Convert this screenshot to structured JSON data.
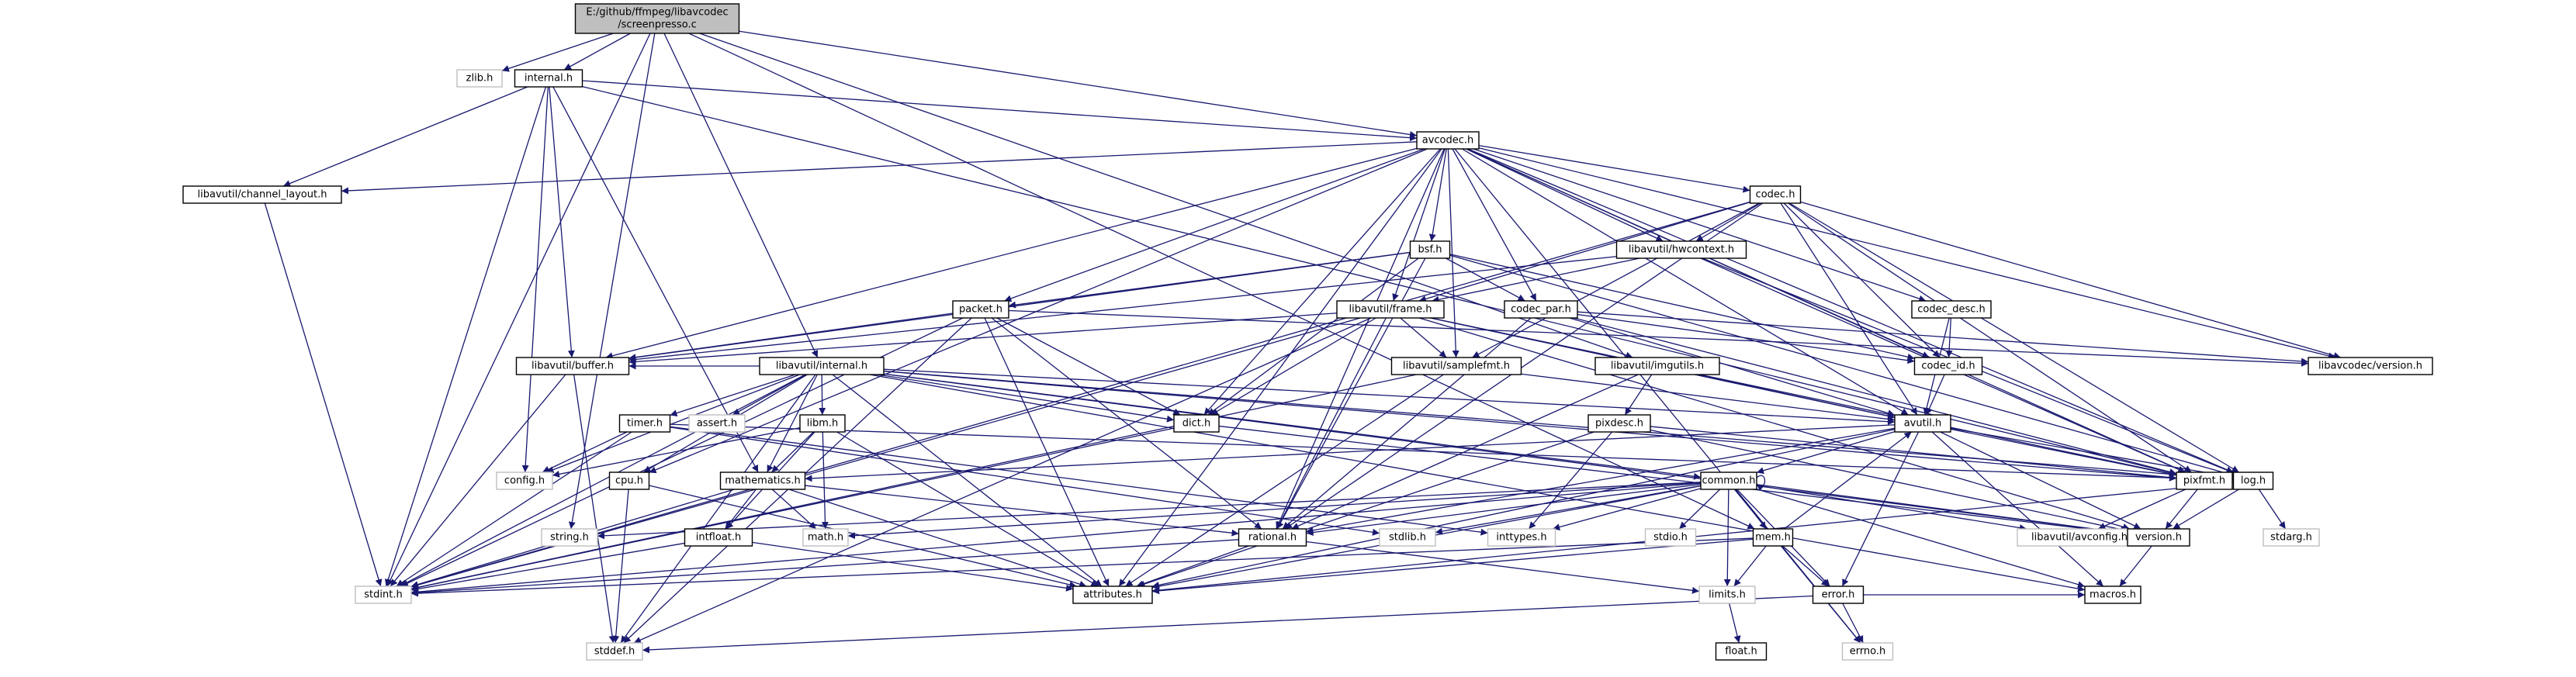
{
  "diagram": {
    "nodes": [
      {
        "id": "root",
        "label": "E:/github/ffmpeg/libavcodec\n/screenpresso.c",
        "kind": "root"
      },
      {
        "id": "zlib",
        "label": "zlib.h",
        "kind": "system"
      },
      {
        "id": "internal",
        "label": "internal.h",
        "kind": "normal"
      },
      {
        "id": "avcodec",
        "label": "avcodec.h",
        "kind": "normal"
      },
      {
        "id": "chlayout",
        "label": "libavutil/channel_layout.h",
        "kind": "normal"
      },
      {
        "id": "codec",
        "label": "codec.h",
        "kind": "normal"
      },
      {
        "id": "bsf",
        "label": "bsf.h",
        "kind": "normal"
      },
      {
        "id": "hwcontext",
        "label": "libavutil/hwcontext.h",
        "kind": "normal"
      },
      {
        "id": "packet",
        "label": "packet.h",
        "kind": "normal"
      },
      {
        "id": "frame",
        "label": "libavutil/frame.h",
        "kind": "normal"
      },
      {
        "id": "codecpar",
        "label": "codec_par.h",
        "kind": "normal"
      },
      {
        "id": "codecdesc",
        "label": "codec_desc.h",
        "kind": "normal"
      },
      {
        "id": "buffer",
        "label": "libavutil/buffer.h",
        "kind": "normal"
      },
      {
        "id": "lavinternal",
        "label": "libavutil/internal.h",
        "kind": "normal"
      },
      {
        "id": "samplefmt",
        "label": "libavutil/samplefmt.h",
        "kind": "normal"
      },
      {
        "id": "imgutils",
        "label": "libavutil/imgutils.h",
        "kind": "normal"
      },
      {
        "id": "codecid",
        "label": "codec_id.h",
        "kind": "normal"
      },
      {
        "id": "lcversion",
        "label": "libavcodec/version.h",
        "kind": "normal"
      },
      {
        "id": "timer",
        "label": "timer.h",
        "kind": "normal"
      },
      {
        "id": "assert",
        "label": "assert.h",
        "kind": "system"
      },
      {
        "id": "libm",
        "label": "libm.h",
        "kind": "normal"
      },
      {
        "id": "dict",
        "label": "dict.h",
        "kind": "normal"
      },
      {
        "id": "avutil",
        "label": "avutil.h",
        "kind": "normal"
      },
      {
        "id": "pixdesc",
        "label": "pixdesc.h",
        "kind": "normal"
      },
      {
        "id": "config",
        "label": "config.h",
        "kind": "system"
      },
      {
        "id": "cpu",
        "label": "cpu.h",
        "kind": "normal"
      },
      {
        "id": "mathematics",
        "label": "mathematics.h",
        "kind": "normal"
      },
      {
        "id": "common",
        "label": "common.h",
        "kind": "normal"
      },
      {
        "id": "pixfmt",
        "label": "pixfmt.h",
        "kind": "normal"
      },
      {
        "id": "log",
        "label": "log.h",
        "kind": "normal"
      },
      {
        "id": "string",
        "label": "string.h",
        "kind": "system"
      },
      {
        "id": "intfloat",
        "label": "intfloat.h",
        "kind": "normal"
      },
      {
        "id": "math",
        "label": "math.h",
        "kind": "system"
      },
      {
        "id": "rational",
        "label": "rational.h",
        "kind": "normal"
      },
      {
        "id": "stdlib",
        "label": "stdlib.h",
        "kind": "system"
      },
      {
        "id": "inttypes",
        "label": "inttypes.h",
        "kind": "system"
      },
      {
        "id": "stdio",
        "label": "stdio.h",
        "kind": "system"
      },
      {
        "id": "mem",
        "label": "mem.h",
        "kind": "normal"
      },
      {
        "id": "avconfig",
        "label": "libavutil/avconfig.h",
        "kind": "system"
      },
      {
        "id": "version",
        "label": "version.h",
        "kind": "normal"
      },
      {
        "id": "stdarg",
        "label": "stdarg.h",
        "kind": "system"
      },
      {
        "id": "stdint",
        "label": "stdint.h",
        "kind": "system"
      },
      {
        "id": "attributes",
        "label": "attributes.h",
        "kind": "normal"
      },
      {
        "id": "limits",
        "label": "limits.h",
        "kind": "system"
      },
      {
        "id": "error",
        "label": "error.h",
        "kind": "normal"
      },
      {
        "id": "macros",
        "label": "macros.h",
        "kind": "normal"
      },
      {
        "id": "stddef",
        "label": "stddef.h",
        "kind": "system"
      },
      {
        "id": "errno",
        "label": "errno.h",
        "kind": "system"
      },
      {
        "id": "float",
        "label": "float.h",
        "kind": "normal"
      }
    ],
    "edges": [
      [
        "root",
        "zlib"
      ],
      [
        "root",
        "internal"
      ],
      [
        "root",
        "avcodec"
      ],
      [
        "root",
        "string"
      ],
      [
        "root",
        "stdint"
      ],
      [
        "root",
        "lavinternal"
      ],
      [
        "root",
        "imgutils"
      ],
      [
        "root",
        "mem"
      ],
      [
        "internal",
        "avcodec"
      ],
      [
        "internal",
        "chlayout"
      ],
      [
        "internal",
        "buffer"
      ],
      [
        "internal",
        "stdint"
      ],
      [
        "internal",
        "config"
      ],
      [
        "internal",
        "mathematics"
      ],
      [
        "internal",
        "pixfmt"
      ],
      [
        "avcodec",
        "chlayout"
      ],
      [
        "avcodec",
        "codec"
      ],
      [
        "avcodec",
        "bsf"
      ],
      [
        "avcodec",
        "hwcontext"
      ],
      [
        "avcodec",
        "packet"
      ],
      [
        "avcodec",
        "frame"
      ],
      [
        "avcodec",
        "codecpar"
      ],
      [
        "avcodec",
        "codecdesc"
      ],
      [
        "avcodec",
        "buffer"
      ],
      [
        "avcodec",
        "samplefmt"
      ],
      [
        "avcodec",
        "codecid"
      ],
      [
        "avcodec",
        "lcversion"
      ],
      [
        "avcodec",
        "dict"
      ],
      [
        "avcodec",
        "avutil"
      ],
      [
        "avcodec",
        "pixfmt"
      ],
      [
        "avcodec",
        "log"
      ],
      [
        "avcodec",
        "rational"
      ],
      [
        "avcodec",
        "attributes"
      ],
      [
        "avcodec",
        "cpu"
      ],
      [
        "avcodec",
        "errno"
      ],
      [
        "chlayout",
        "stdint"
      ],
      [
        "codec",
        "hwcontext"
      ],
      [
        "codec",
        "frame"
      ],
      [
        "codec",
        "samplefmt"
      ],
      [
        "codec",
        "codecid"
      ],
      [
        "codec",
        "lcversion"
      ],
      [
        "codec",
        "avutil"
      ],
      [
        "codec",
        "pixfmt"
      ],
      [
        "codec",
        "log"
      ],
      [
        "codec",
        "rational"
      ],
      [
        "codec",
        "stdint"
      ],
      [
        "bsf",
        "packet"
      ],
      [
        "bsf",
        "codecpar"
      ],
      [
        "bsf",
        "codecid"
      ],
      [
        "bsf",
        "dict"
      ],
      [
        "bsf",
        "log"
      ],
      [
        "bsf",
        "rational"
      ],
      [
        "bsf",
        "buffer"
      ],
      [
        "hwcontext",
        "frame"
      ],
      [
        "hwcontext",
        "buffer"
      ],
      [
        "hwcontext",
        "pixfmt"
      ],
      [
        "hwcontext",
        "log"
      ],
      [
        "packet",
        "buffer"
      ],
      [
        "packet",
        "attributes"
      ],
      [
        "packet",
        "dict"
      ],
      [
        "packet",
        "rational"
      ],
      [
        "packet",
        "stdint"
      ],
      [
        "packet",
        "stddef"
      ],
      [
        "packet",
        "lcversion"
      ],
      [
        "frame",
        "buffer"
      ],
      [
        "frame",
        "samplefmt"
      ],
      [
        "frame",
        "dict"
      ],
      [
        "frame",
        "avutil"
      ],
      [
        "frame",
        "pixfmt"
      ],
      [
        "frame",
        "rational"
      ],
      [
        "frame",
        "version"
      ],
      [
        "frame",
        "stdint"
      ],
      [
        "frame",
        "stddef"
      ],
      [
        "codecpar",
        "codecid"
      ],
      [
        "codecpar",
        "avutil"
      ],
      [
        "codecpar",
        "pixfmt"
      ],
      [
        "codecpar",
        "rational"
      ],
      [
        "codecpar",
        "lcversion"
      ],
      [
        "codecdesc",
        "codecid"
      ],
      [
        "codecdesc",
        "avutil"
      ],
      [
        "buffer",
        "stdint"
      ],
      [
        "buffer",
        "stddef"
      ],
      [
        "lavinternal",
        "timer"
      ],
      [
        "lavinternal",
        "assert"
      ],
      [
        "lavinternal",
        "libm"
      ],
      [
        "lavinternal",
        "dict"
      ],
      [
        "lavinternal",
        "avutil"
      ],
      [
        "lavinternal",
        "config"
      ],
      [
        "lavinternal",
        "cpu"
      ],
      [
        "lavinternal",
        "mathematics"
      ],
      [
        "lavinternal",
        "common"
      ],
      [
        "lavinternal",
        "pixfmt"
      ],
      [
        "lavinternal",
        "log"
      ],
      [
        "lavinternal",
        "version"
      ],
      [
        "lavinternal",
        "macros"
      ],
      [
        "lavinternal",
        "stdint"
      ],
      [
        "lavinternal",
        "attributes"
      ],
      [
        "lavinternal",
        "stddef"
      ],
      [
        "lavinternal",
        "buffer"
      ],
      [
        "samplefmt",
        "avutil"
      ],
      [
        "samplefmt",
        "attributes"
      ],
      [
        "samplefmt",
        "stdint"
      ],
      [
        "imgutils",
        "avutil"
      ],
      [
        "imgutils",
        "pixdesc"
      ],
      [
        "imgutils",
        "rational"
      ],
      [
        "codecid",
        "avutil"
      ],
      [
        "timer",
        "config"
      ],
      [
        "timer",
        "log"
      ],
      [
        "timer",
        "stdlib"
      ],
      [
        "timer",
        "inttypes"
      ],
      [
        "timer",
        "stdint"
      ],
      [
        "libm",
        "config"
      ],
      [
        "libm",
        "attributes"
      ],
      [
        "libm",
        "intfloat"
      ],
      [
        "libm",
        "mathematics"
      ],
      [
        "libm",
        "math"
      ],
      [
        "dict",
        "stdint"
      ],
      [
        "dict",
        "version"
      ],
      [
        "avutil",
        "common"
      ],
      [
        "avutil",
        "error"
      ],
      [
        "avutil",
        "rational"
      ],
      [
        "avutil",
        "version"
      ],
      [
        "avutil",
        "macros"
      ],
      [
        "avutil",
        "mathematics"
      ],
      [
        "avutil",
        "log"
      ],
      [
        "avutil",
        "pixfmt"
      ],
      [
        "avutil",
        "attributes"
      ],
      [
        "pixdesc",
        "inttypes"
      ],
      [
        "pixdesc",
        "pixfmt"
      ],
      [
        "pixdesc",
        "version"
      ],
      [
        "pixdesc",
        "attributes"
      ],
      [
        "cpu",
        "attributes"
      ],
      [
        "cpu",
        "stddef"
      ],
      [
        "mathematics",
        "intfloat"
      ],
      [
        "mathematics",
        "math"
      ],
      [
        "mathematics",
        "rational"
      ],
      [
        "mathematics",
        "stdint"
      ],
      [
        "mathematics",
        "attributes"
      ],
      [
        "common",
        "string"
      ],
      [
        "common",
        "math"
      ],
      [
        "common",
        "rational"
      ],
      [
        "common",
        "stdlib"
      ],
      [
        "common",
        "inttypes"
      ],
      [
        "common",
        "stdio"
      ],
      [
        "common",
        "mem"
      ],
      [
        "common",
        "avconfig"
      ],
      [
        "common",
        "version"
      ],
      [
        "common",
        "macros"
      ],
      [
        "common",
        "stdint"
      ],
      [
        "common",
        "attributes"
      ],
      [
        "common",
        "limits"
      ],
      [
        "common",
        "errno"
      ],
      [
        "common",
        "error"
      ],
      [
        "common",
        "common"
      ],
      [
        "pixfmt",
        "avconfig"
      ],
      [
        "pixfmt",
        "version"
      ],
      [
        "log",
        "stdarg"
      ],
      [
        "log",
        "version"
      ],
      [
        "log",
        "attributes"
      ],
      [
        "intfloat",
        "stdint"
      ],
      [
        "intfloat",
        "attributes"
      ],
      [
        "rational",
        "stdint"
      ],
      [
        "rational",
        "limits"
      ],
      [
        "rational",
        "attributes"
      ],
      [
        "mem",
        "stdint"
      ],
      [
        "mem",
        "limits"
      ],
      [
        "mem",
        "attributes"
      ],
      [
        "mem",
        "error"
      ],
      [
        "mem",
        "avutil"
      ],
      [
        "version",
        "macros"
      ],
      [
        "limits",
        "float"
      ],
      [
        "error",
        "errno"
      ],
      [
        "error",
        "stddef"
      ],
      [
        "error",
        "macros"
      ]
    ]
  }
}
